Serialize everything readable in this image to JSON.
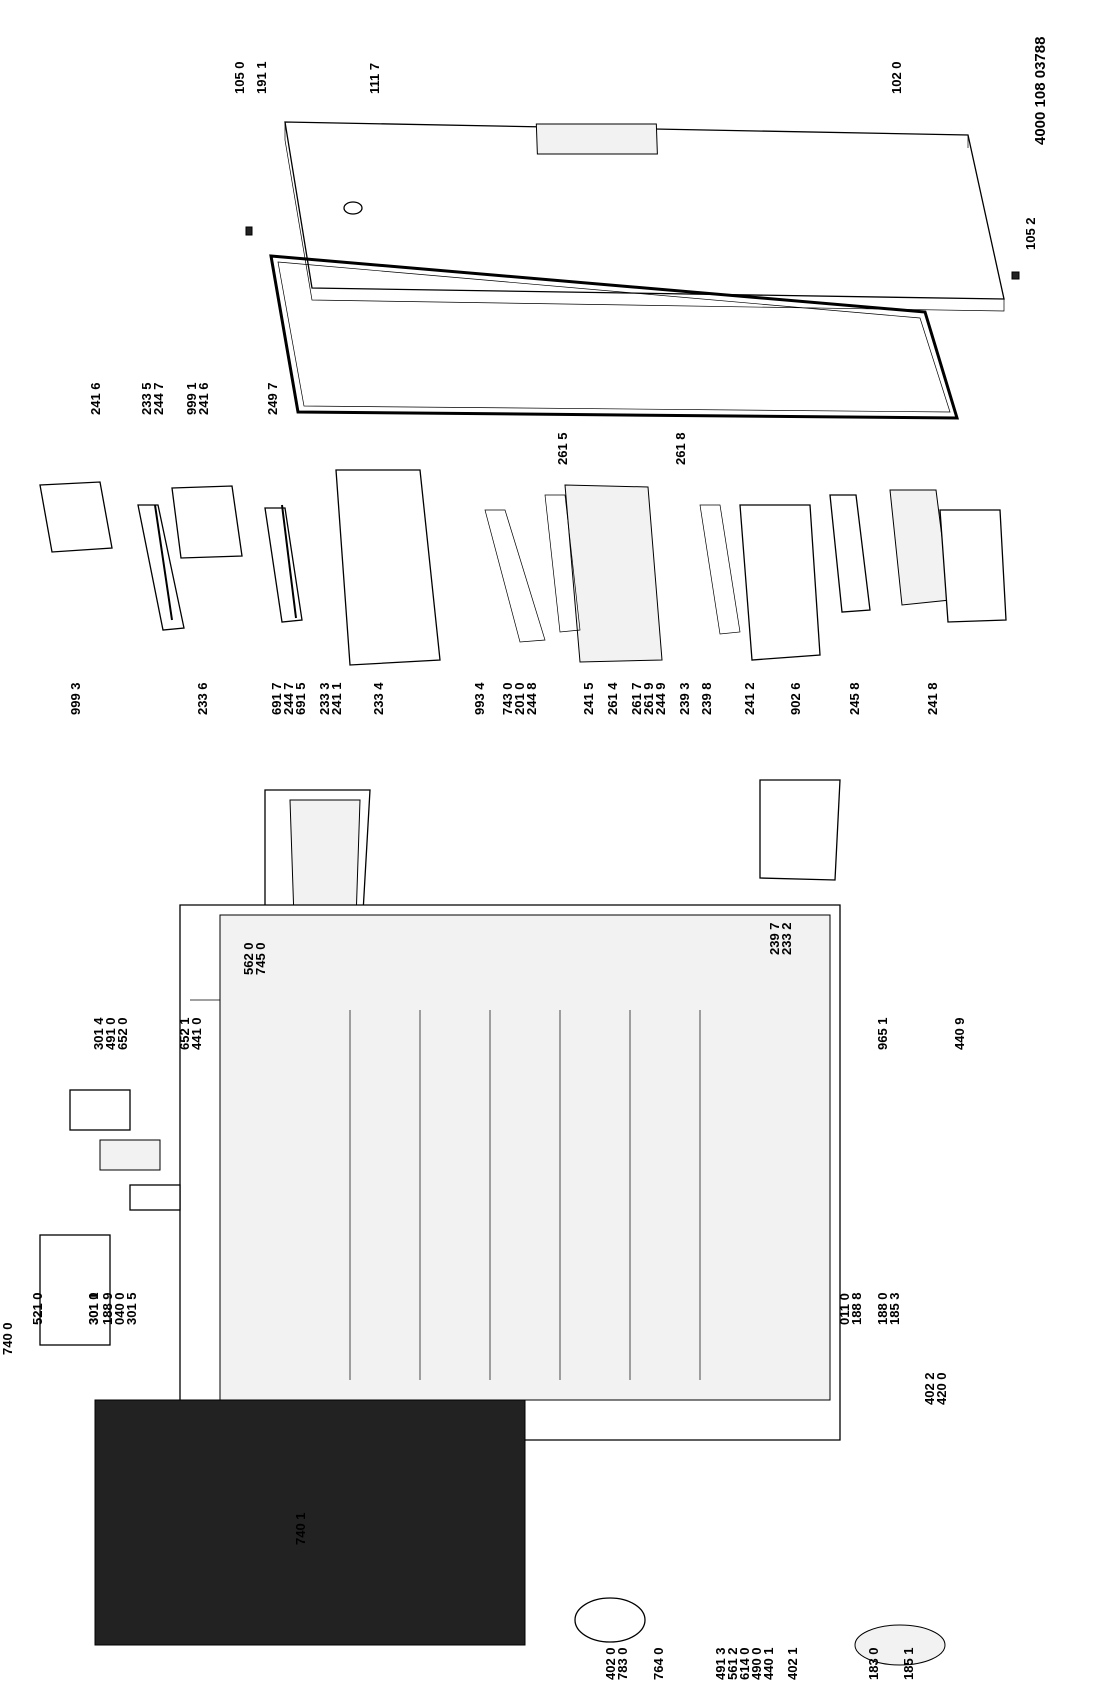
{
  "document_number": "4000 108 03788",
  "part_labels": [
    {
      "id": "105-0",
      "text": "105 0"
    },
    {
      "id": "191-1",
      "text": "191 1"
    },
    {
      "id": "111-7",
      "text": "111 7"
    },
    {
      "id": "102-0",
      "text": "102 0"
    },
    {
      "id": "105-2",
      "text": "105 2"
    },
    {
      "id": "241-6a",
      "text": "241 6"
    },
    {
      "id": "233-5",
      "text": "233 5"
    },
    {
      "id": "244-7a",
      "text": "244 7"
    },
    {
      "id": "999-1",
      "text": "999 1"
    },
    {
      "id": "241-6b",
      "text": "241 6"
    },
    {
      "id": "249-7",
      "text": "249 7"
    },
    {
      "id": "999-3",
      "text": "999 3"
    },
    {
      "id": "233-6",
      "text": "233 6"
    },
    {
      "id": "691-7",
      "text": "691 7"
    },
    {
      "id": "244-7b",
      "text": "244 7"
    },
    {
      "id": "691-5",
      "text": "691 5"
    },
    {
      "id": "233-3",
      "text": "233 3"
    },
    {
      "id": "241-1",
      "text": "241 1"
    },
    {
      "id": "233-4",
      "text": "233 4"
    },
    {
      "id": "993-4",
      "text": "993 4"
    },
    {
      "id": "743-0",
      "text": "743 0"
    },
    {
      "id": "201-0",
      "text": "201 0"
    },
    {
      "id": "244-8",
      "text": "244 8"
    },
    {
      "id": "241-5",
      "text": "241 5"
    },
    {
      "id": "261-4",
      "text": "261 4"
    },
    {
      "id": "261-7",
      "text": "261 7"
    },
    {
      "id": "261-9",
      "text": "261 9"
    },
    {
      "id": "244-9",
      "text": "244 9"
    },
    {
      "id": "239-3",
      "text": "239 3"
    },
    {
      "id": "239-8",
      "text": "239 8"
    },
    {
      "id": "241-2",
      "text": "241 2"
    },
    {
      "id": "902-6",
      "text": "902 6"
    },
    {
      "id": "245-8",
      "text": "245 8"
    },
    {
      "id": "241-8",
      "text": "241 8"
    },
    {
      "id": "261-5",
      "text": "261 5"
    },
    {
      "id": "261-8",
      "text": "261 8"
    },
    {
      "id": "562-0",
      "text": "562 0"
    },
    {
      "id": "745-0",
      "text": "745 0"
    },
    {
      "id": "239-7",
      "text": "239 7"
    },
    {
      "id": "233-2",
      "text": "233 2"
    },
    {
      "id": "301-4",
      "text": "301 4"
    },
    {
      "id": "491-0",
      "text": "491 0"
    },
    {
      "id": "652-0",
      "text": "652 0"
    },
    {
      "id": "652-1",
      "text": "652 1"
    },
    {
      "id": "441-0",
      "text": "441 0"
    },
    {
      "id": "965-1",
      "text": "965 1"
    },
    {
      "id": "440-9",
      "text": "440 9"
    },
    {
      "id": "521-0",
      "text": "521 0"
    },
    {
      "id": "301-0",
      "text": "301 0"
    },
    {
      "id": "301-1",
      "text": "301 1"
    },
    {
      "id": "188-9",
      "text": "188 9"
    },
    {
      "id": "040-0",
      "text": "040 0"
    },
    {
      "id": "301-5",
      "text": "301 5"
    },
    {
      "id": "011-0",
      "text": "011 0"
    },
    {
      "id": "188-8",
      "text": "188 8"
    },
    {
      "id": "188-0",
      "text": "188 0"
    },
    {
      "id": "185-3",
      "text": "185 3"
    },
    {
      "id": "740-0",
      "text": "740 0"
    },
    {
      "id": "740-1",
      "text": "740 1"
    },
    {
      "id": "402-0",
      "text": "402 0"
    },
    {
      "id": "783-0",
      "text": "783 0"
    },
    {
      "id": "764-0",
      "text": "764 0"
    },
    {
      "id": "491-3",
      "text": "491 3"
    },
    {
      "id": "561-2",
      "text": "561 2"
    },
    {
      "id": "614-0",
      "text": "614 0"
    },
    {
      "id": "490-0",
      "text": "490 0"
    },
    {
      "id": "440-1",
      "text": "440 1"
    },
    {
      "id": "402-1",
      "text": "402 1"
    },
    {
      "id": "183-0",
      "text": "183 0"
    },
    {
      "id": "185-1",
      "text": "185 1"
    },
    {
      "id": "402-2",
      "text": "402 2"
    },
    {
      "id": "420-0",
      "text": "420 0"
    }
  ]
}
